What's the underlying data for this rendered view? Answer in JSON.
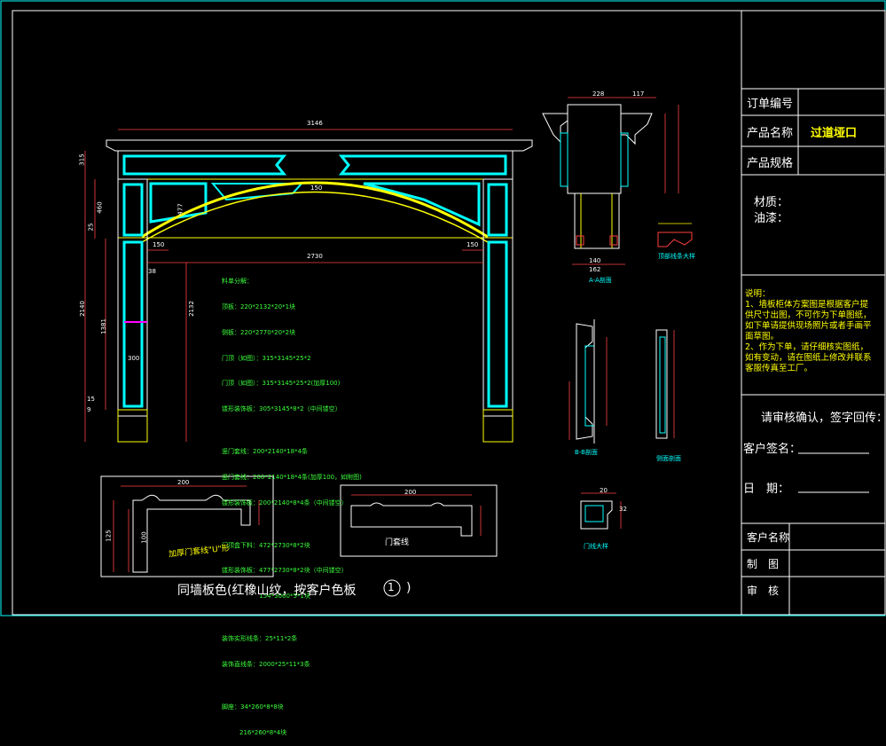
{
  "title_block": {
    "order_no_label": "订单编号",
    "product_name_label": "产品名称",
    "product_name_value": "过道垭口",
    "product_spec_label": "产品规格",
    "material_label": "材质：",
    "paint_label": "油漆：",
    "notes": "说明：\n1、墙板柜体方案图是根据客户提供尺寸出图，不可作为下单图纸，如下单请提供现场照片或者手画平面草图。\n2、作为下单，请仔细核实图纸，如有变动，请在图纸上修改并联系客服传真至工厂。",
    "review_prompt": "请审核确认，签字回传：",
    "customer_sign_label": "客户签名：",
    "date_label": "日　期：",
    "customer_name_label": "客户名称",
    "drawing_label": "制　图",
    "check_label": "审　核"
  },
  "material_list": {
    "heading": "料单分解：",
    "lines": [
      "顶板：220*2132*20*1块",
      "侧板：220*2770*20*2块",
      "门顶（如图）：315*3145*25*2",
      "门顶（如图）：315*3145*25*2(加厚100)",
      "镂形装饰板：305*3145*8*2（中间镂空）",
      "",
      "竖门套线：200*2140*18*4条",
      "竖门套线：200*2140*18*4条(加厚100，如附图)",
      "镂形装饰板：200*2140*8*4条（中间镂空）",
      "",
      "门顶盒下料：472*2730*8*2块",
      "镂形装饰板：477*2730*8*2块（中间镂空）",
      "                   154*3000*5*1块",
      "",
      "装饰实形线条：25*11*2条",
      "装饰直线条：2000*25*11*3条",
      "",
      "脚座：34*260*8*8块",
      "         216*260*8*4块"
    ]
  },
  "dimensions": {
    "overall_width": "3146",
    "opening_width": "2730",
    "top_height": "315",
    "side_h1": "460",
    "side_h2": "25",
    "total_height": "2140",
    "inner_height": "2132",
    "side_panel": "1381",
    "base": "300",
    "small_a": "9",
    "small_b": "15",
    "left_150": "150",
    "right_150": "150",
    "center_150": "150",
    "arch_477": "477",
    "gap_38": "38",
    "sec_width_228": "228",
    "sec_117": "117",
    "sec_140": "140",
    "sec_162": "162",
    "box1_width": "200",
    "box1_h125": "125",
    "box1_h100": "100",
    "box2_width": "200",
    "small_profile_20": "20",
    "small_profile_32": "32"
  },
  "labels": {
    "section_aa": "A-A剖面",
    "detail_top": "顶部线条大样",
    "section_side1": "B-B剖面",
    "section_side2": "侧面剖面",
    "detail_bottom": "门线大样",
    "box1_label": "加厚门套线\"U\"形",
    "box2_label": "门套线"
  },
  "bottom_note": "同墙板色(红橡山纹，按客户色板",
  "bottom_note_circle": "1",
  "bottom_note_end": ")",
  "colors": {
    "cyan": "#00ffff",
    "yellow": "#ffff00",
    "green": "#3cff3c",
    "white": "#ffffff",
    "red": "#ff4040",
    "magenta": "#ff00ff"
  }
}
